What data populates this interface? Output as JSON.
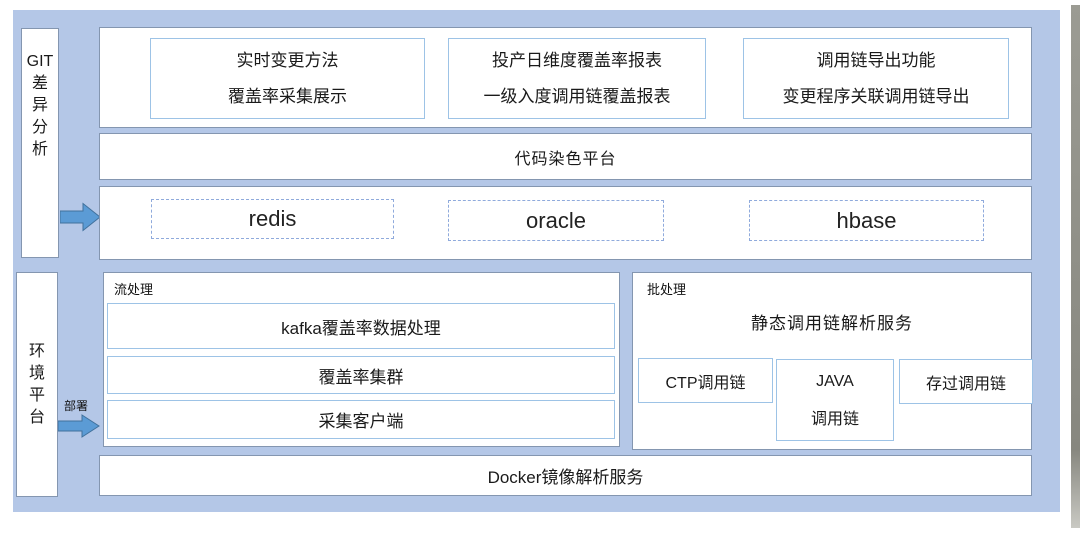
{
  "colors": {
    "canvas_fill": "#b4c7e7",
    "band_border": "#8496b0",
    "inner_box_border": "#9dc3e6",
    "dashed_border": "#8faadc",
    "arrow_fill": "#5b9bd5",
    "arrow_stroke": "#41719c",
    "page_edge_gray": "#8c8c84"
  },
  "git_section": {
    "sidebar": {
      "latin": "GIT",
      "vertical": "差异分析"
    },
    "feature_boxes": [
      {
        "line1": "实时变更方法",
        "line2": "覆盖率采集展示"
      },
      {
        "line1": "投产日维度覆盖率报表",
        "line2": "一级入度调用链覆盖报表"
      },
      {
        "line1": "调用链导出功能",
        "line2": "变更程序关联调用链导出"
      }
    ],
    "platform_band": "代码染色平台",
    "datastores": [
      "redis",
      "oracle",
      "hbase"
    ]
  },
  "env_section": {
    "sidebar": {
      "vertical": "环境平台"
    },
    "deploy_label": "部署",
    "stream": {
      "label": "流处理",
      "items": [
        "kafka覆盖率数据处理",
        "覆盖率集群",
        "采集客户端"
      ]
    },
    "batch": {
      "label": "批处理",
      "title": "静态调用链解析服务",
      "ctp": "CTP调用链",
      "java_line1": "JAVA",
      "java_line2": "调用链",
      "stored_proc": "存过调用链"
    },
    "docker_band": "Docker镜像解析服务"
  }
}
